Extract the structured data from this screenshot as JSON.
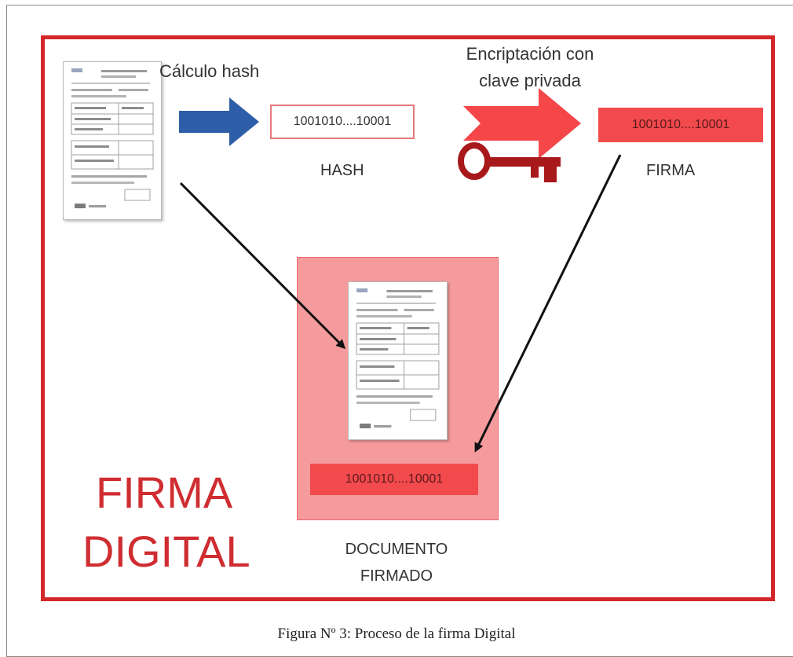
{
  "diagram": {
    "hash_calc_label": "Cálculo hash",
    "encryption_label_line1": "Encriptación con",
    "encryption_label_line2": "clave privada",
    "hash_value": "1001010....10001",
    "hash_label": "HASH",
    "signature_value": "1001010....10001",
    "signature_label": "FIRMA",
    "signed_value": "1001010....10001",
    "signed_doc_label_line1": "DOCUMENTO",
    "signed_doc_label_line2": "FIRMADO",
    "title_line1": "FIRMA",
    "title_line2": "DIGITAL",
    "colors": {
      "frame_red": "#d4272a",
      "panel_pink": "#f69b9d",
      "box_red": "#f24a4d",
      "arrow_blue": "#2f5ea8",
      "arrow_red": "#f5474a",
      "key_red": "#a8191c"
    },
    "icons": [
      "document-icon",
      "right-arrow-icon",
      "key-icon"
    ]
  },
  "caption": "Figura Nº 3: Proceso de la firma Digital"
}
